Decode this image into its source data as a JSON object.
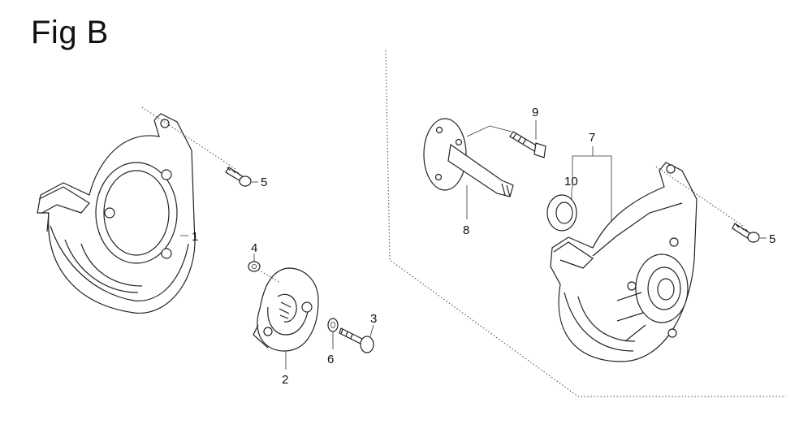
{
  "figure": {
    "title": "Fig B"
  },
  "callouts": {
    "c1": "1",
    "c2": "2",
    "c3": "3",
    "c4": "4",
    "c5a": "5",
    "c5b": "5",
    "c6": "6",
    "c7": "7",
    "c8": "8",
    "c9": "9",
    "c10": "10"
  }
}
